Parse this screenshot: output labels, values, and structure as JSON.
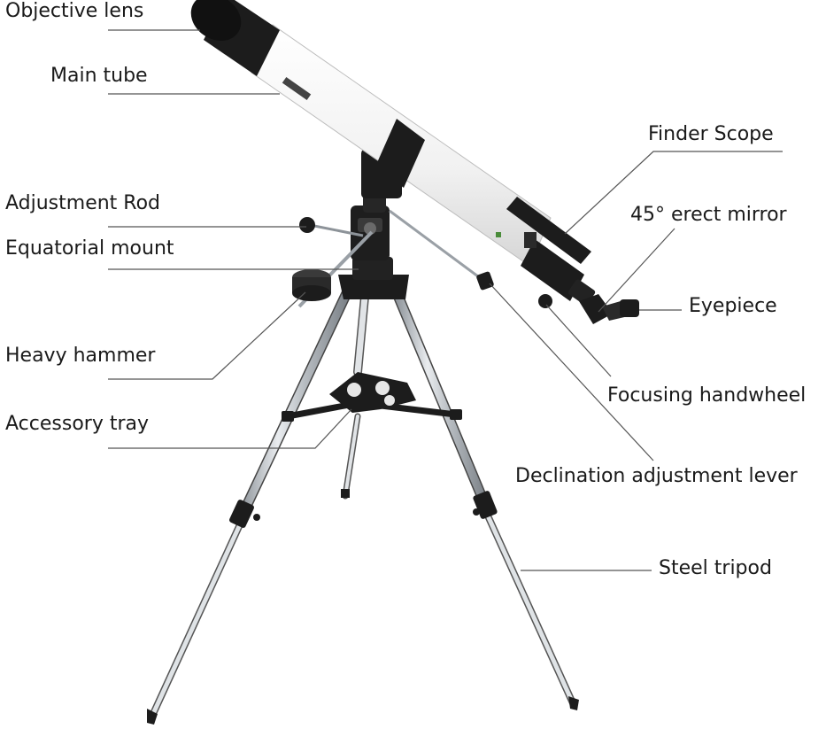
{
  "labels": {
    "objective_lens": "Objective lens",
    "main_tube": "Main tube",
    "adjustment_rod": "Adjustment Rod",
    "equatorial_mount": "Equatorial mount",
    "heavy_hammer": "Heavy hammer",
    "accessory_tray": "Accessory tray",
    "finder_scope": "Finder Scope",
    "erect_mirror": "45° erect mirror",
    "eyepiece": "Eyepiece",
    "focusing_handwheel": "Focusing handwheel",
    "declination_lever": "Declination adjustment lever",
    "steel_tripod": "Steel tripod"
  },
  "colors": {
    "tube_white": "#f4f4f4",
    "black_parts": "#1c1c1c",
    "steel": "#c9cdd1",
    "leader_line": "#555555",
    "text": "#1a1a1a"
  }
}
